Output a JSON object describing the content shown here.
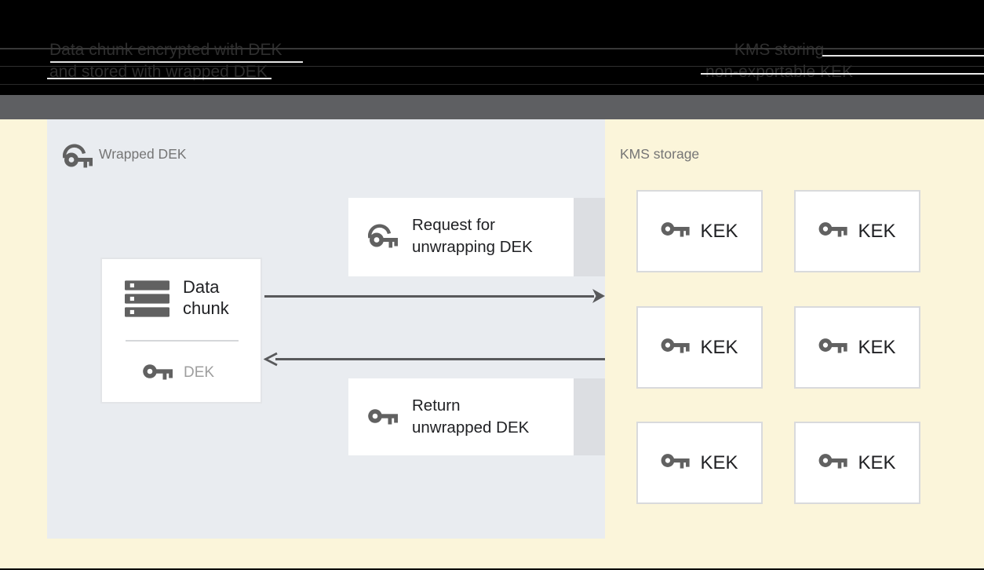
{
  "colors": {
    "page-bg": "#fbf5da",
    "header-bg": "#000000",
    "caption-text": "#2f2f2f",
    "band": "#5e5f62",
    "panel-bg": "#e9ecf0",
    "box-bg": "#ffffff",
    "box-tab": "#dcdee2",
    "kek-border": "#d9dadc",
    "chunk-border": "#e3e5e8",
    "icon-gray": "#616161",
    "arrow": "#58595b",
    "text-dark": "#202124",
    "text-gray": "#757575",
    "dek-text": "#9e9e9e",
    "divider": "#d5d7da"
  },
  "header": {
    "left_caption": {
      "line1": "Data chunk encrypted with DEK",
      "line2": "and stored with wrapped DEK"
    },
    "right_caption": {
      "line1": "KMS storing",
      "line2": "non-exportable KEK"
    }
  },
  "diagram": {
    "wrapped_panel": {
      "label": "Wrapped DEK",
      "data_chunk": {
        "line1": "Data",
        "line2": "chunk",
        "key_label": "DEK"
      },
      "request_box": {
        "line1": "Request for",
        "line2": "unwrapping DEK"
      },
      "return_box": {
        "line1": "Return",
        "line2": "unwrapped DEK"
      }
    },
    "kms_panel": {
      "label": "KMS storage",
      "kek_boxes": [
        {
          "label": "KEK"
        },
        {
          "label": "KEK"
        },
        {
          "label": "KEK"
        },
        {
          "label": "KEK"
        },
        {
          "label": "KEK"
        },
        {
          "label": "KEK"
        }
      ]
    }
  }
}
